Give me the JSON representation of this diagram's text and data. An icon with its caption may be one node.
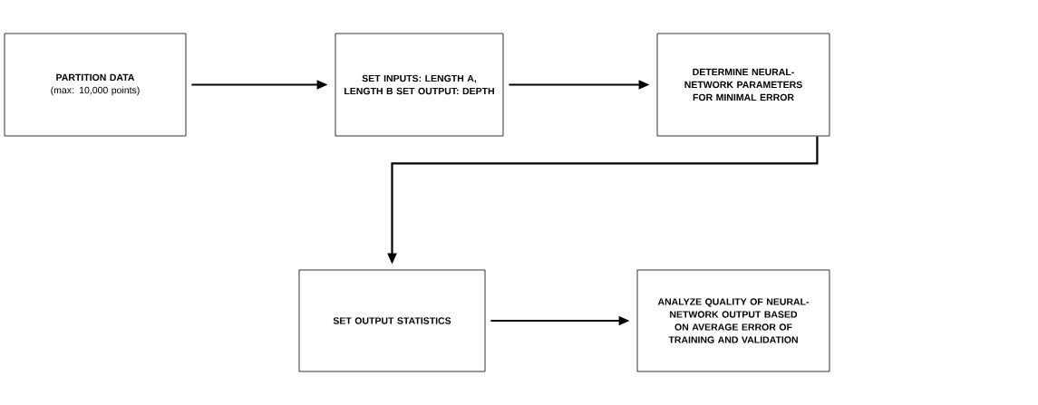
{
  "diagram": {
    "nodes": [
      {
        "text": [
          "PARTITION DATA",
          "(max: 10,000 points)"
        ]
      },
      {
        "text": [
          "SET INPUTS: LENGTH A, LENGTH B SET OUTPUT: DEPTH"
        ]
      },
      {
        "text": [
          "DETERMINE NEURAL-NETWORK PARAMETERS FOR MINIMAL ERROR"
        ]
      },
      {
        "text": [
          "SET OUTPUT STATISTICS"
        ]
      },
      {
        "text": [
          "ANALYZE QUALITY OF NEURAL-NETWORK OUTPUT BASED ON AVERAGE ERROR OF TRAINING AND VALIDATION"
        ]
      }
    ],
    "edges": [
      {
        "from": 0,
        "to": 1,
        "arrow": "to"
      },
      {
        "from": 1,
        "to": 2,
        "arrow": "to"
      },
      {
        "from": 2,
        "to": 3,
        "arrow": "to"
      },
      {
        "from": 3,
        "to": 4,
        "arrow": "to"
      }
    ]
  }
}
